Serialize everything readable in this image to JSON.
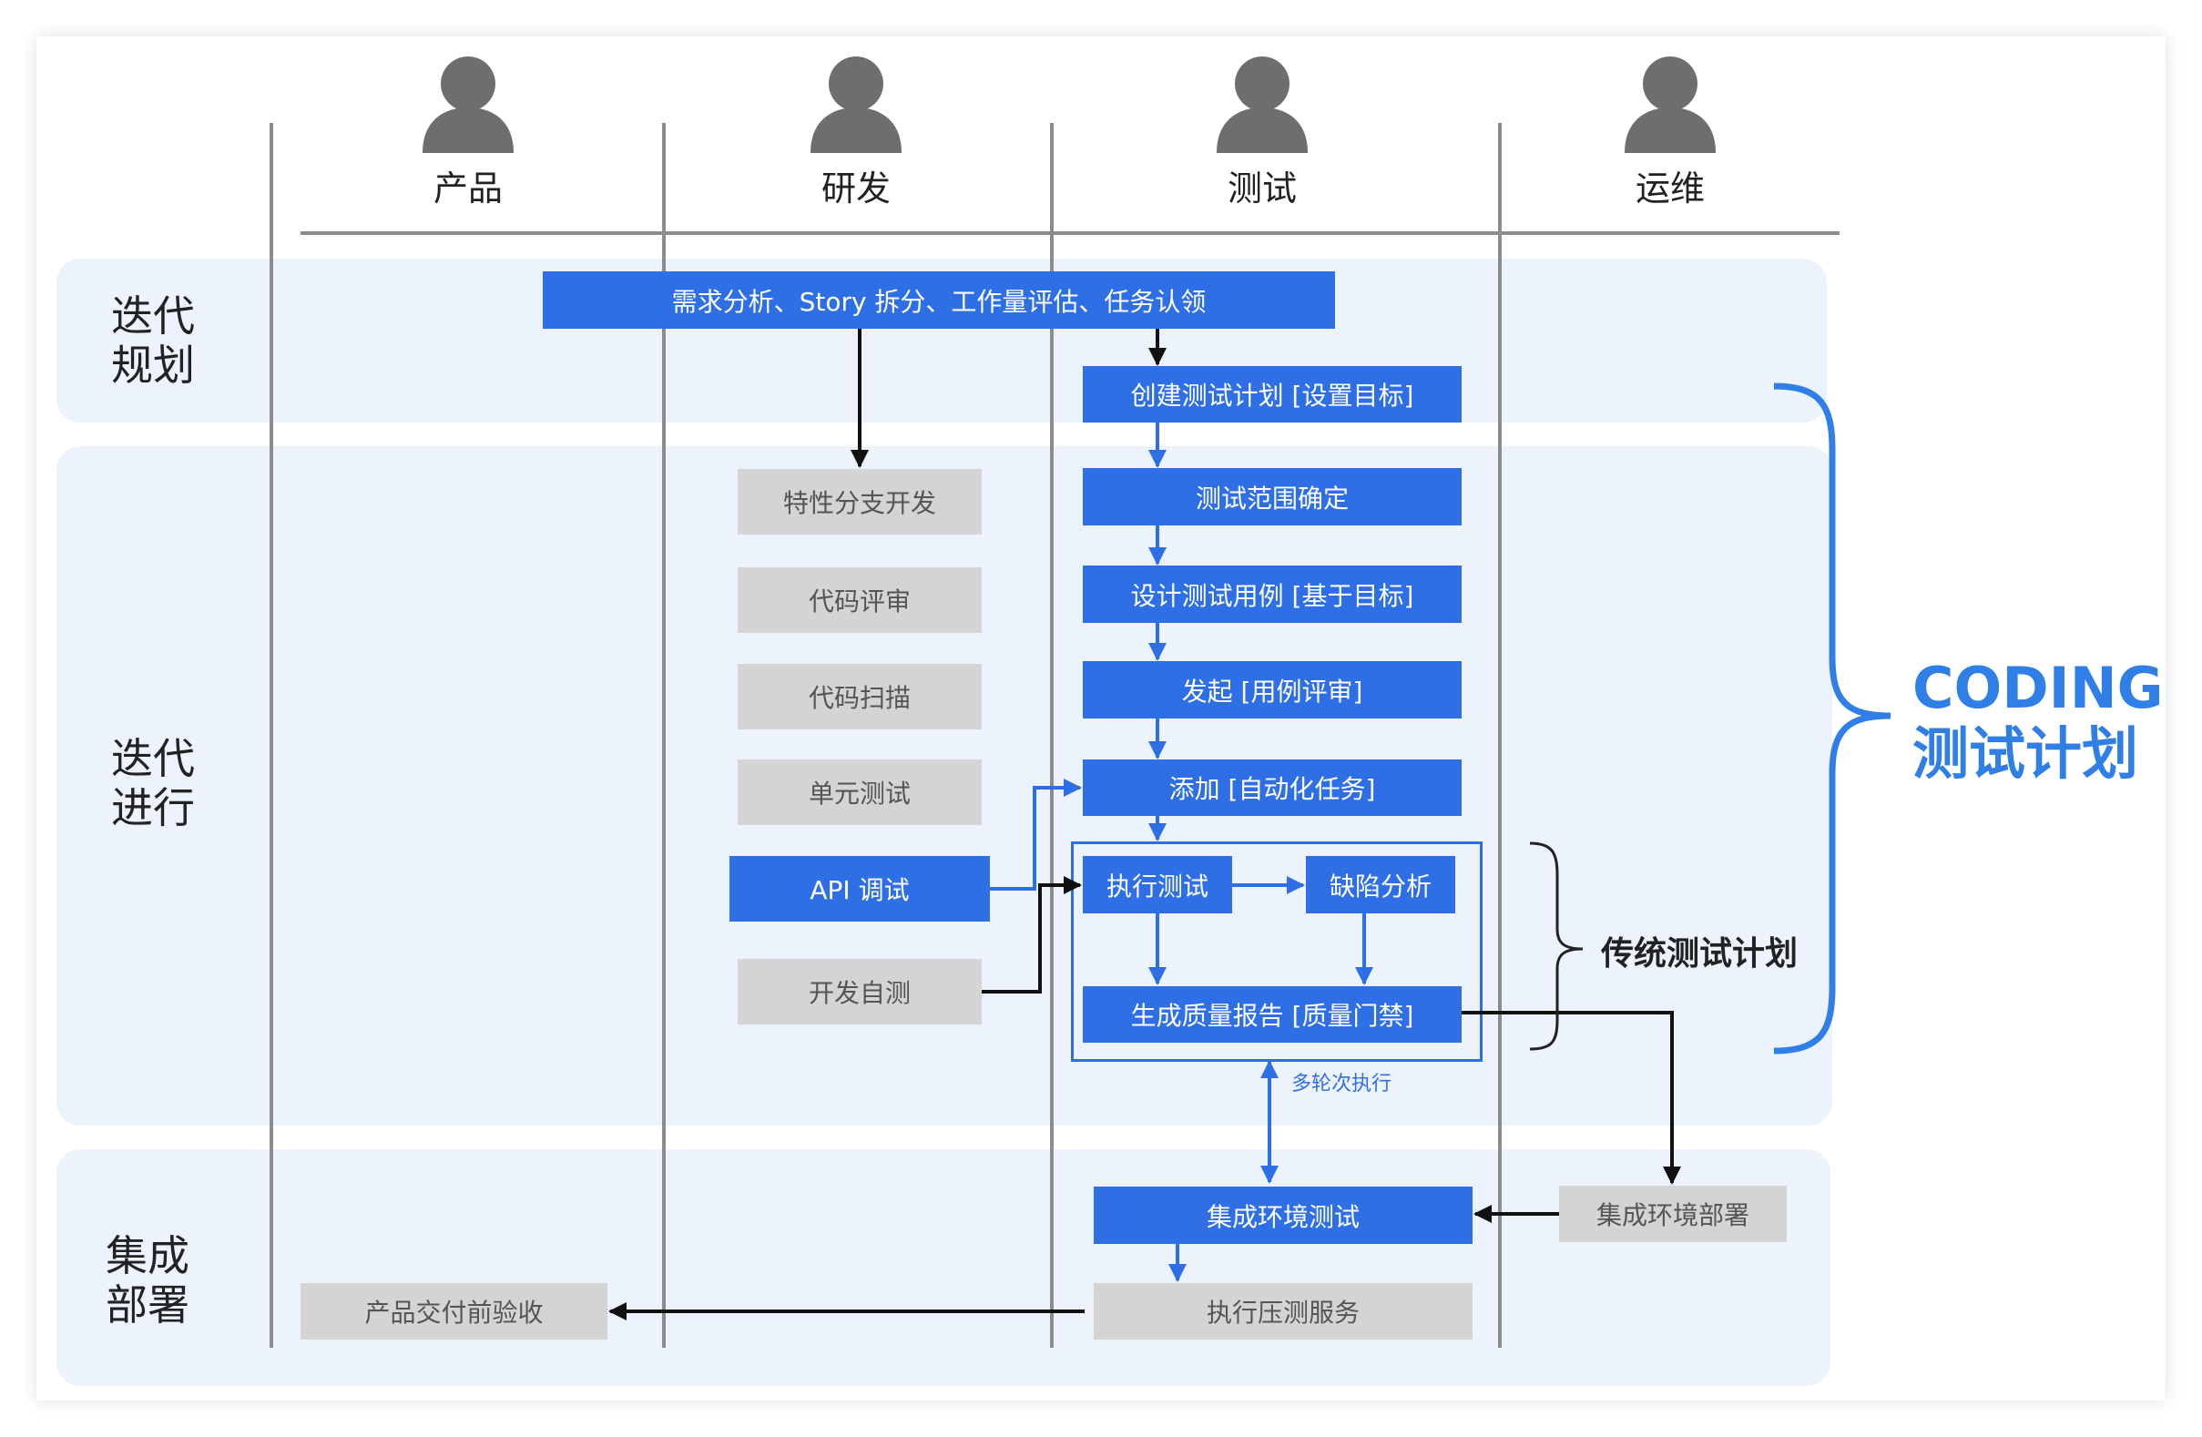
{
  "roles": [
    "产品",
    "研发",
    "测试",
    "运维"
  ],
  "phases": {
    "planning": "迭代\n规划",
    "execution": "迭代\n进行",
    "integration": "集成\n部署"
  },
  "boxes": {
    "requirements": "需求分析、Story 拆分、工作量评估、任务认领",
    "create_plan": "创建测试计划 [设置目标]",
    "scope": "测试范围确定",
    "design_cases": "设计测试用例 [基于目标]",
    "review_cases": "发起 [用例评审]",
    "add_automation": "添加 [自动化任务]",
    "execute_test": "执行测试",
    "defect_analysis": "缺陷分析",
    "quality_report": "生成质量报告 [质量门禁]",
    "feature_branch": "特性分支开发",
    "code_review": "代码评审",
    "code_scan": "代码扫描",
    "unit_test": "单元测试",
    "api_debug": "API 调试",
    "self_test": "开发自测",
    "integration_test": "集成环境测试",
    "integration_deploy": "集成环境部署",
    "stress_test": "执行压测服务",
    "acceptance": "产品交付前验收"
  },
  "labels": {
    "multi_round": "多轮次执行",
    "traditional_plan": "传统测试计划",
    "brand_line1": "CODING",
    "brand_line2": "测试计划"
  },
  "colors": {
    "accent_blue": "#2f6fe6",
    "brand_blue": "#2f7fe6",
    "gray_box": "#d4d4d4",
    "band_bg": "#edf3fc"
  }
}
